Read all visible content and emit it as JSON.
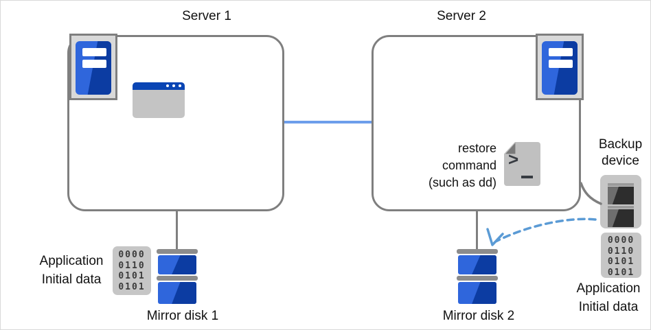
{
  "colors": {
    "border-gray": "#7f7f7f",
    "connector-blue": "#6d9eeb",
    "dashed-blue": "#5b9bd5",
    "disk-blue": "#2f66dc",
    "disk-blue-dark": "#0c3ca2",
    "brand-blue": "#0a45b4",
    "icon-gray": "#c6c6c6",
    "fold-gray": "#7a7a7a",
    "digit-gray": "#3b3b3b",
    "segment-dark": "#2d2d2d",
    "segment-mid": "#6e6e6e",
    "cap-gray": "#8c8c8c",
    "server-icon-bg": "#d9d9d9",
    "glyph-dark": "#383c42"
  },
  "server1": {
    "title": "Server 1",
    "application_label": "Application"
  },
  "server2": {
    "title": "Server 2",
    "restore_command_lines": [
      "restore",
      "command",
      "(such as dd)"
    ]
  },
  "backup_device": {
    "label_lines": [
      "Backup",
      "device"
    ]
  },
  "mirror_disk_1": {
    "label": "Mirror disk 1"
  },
  "mirror_disk_2": {
    "label": "Mirror disk 2"
  },
  "initial_data_left": {
    "label_lines": [
      "Application",
      "Initial data"
    ]
  },
  "initial_data_right": {
    "label_lines": [
      "Application",
      "Initial data"
    ]
  },
  "binary_rows": [
    "0000",
    "0110",
    "0101",
    "0101"
  ],
  "script_icon": {
    "prompt_char": ">"
  }
}
